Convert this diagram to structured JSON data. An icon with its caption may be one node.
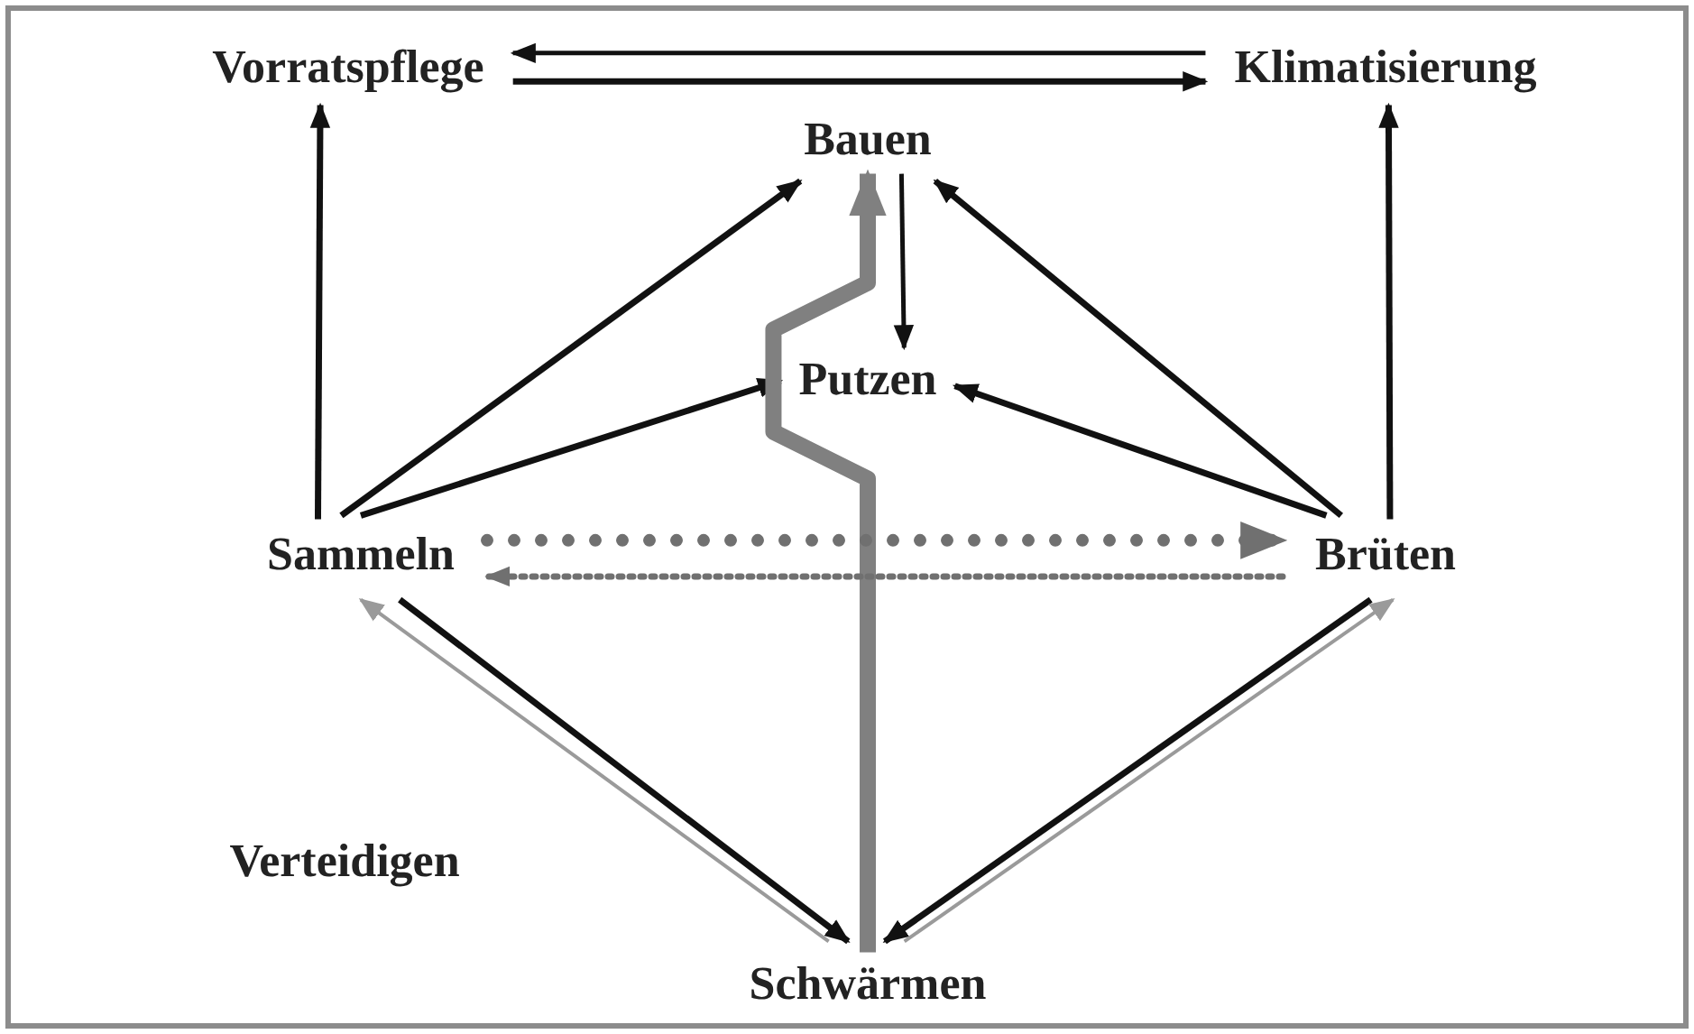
{
  "diagram": {
    "nodes": [
      {
        "text": [
          "Vorratspflege"
        ]
      },
      {
        "text": [
          "Klimatisierung"
        ]
      },
      {
        "text": [
          "Bauen"
        ]
      },
      {
        "text": [
          "Putzen"
        ]
      },
      {
        "text": [
          "Sammeln"
        ]
      },
      {
        "text": [
          "Brüten"
        ]
      },
      {
        "text": [
          "Verteidigen"
        ]
      },
      {
        "text": [
          "Schwärmen"
        ]
      }
    ],
    "edges": [
      {
        "from": 1,
        "to": 0,
        "arrow": "to"
      },
      {
        "from": 0,
        "to": 1,
        "arrow": "to"
      },
      {
        "from": 4,
        "to": 0,
        "arrow": "to"
      },
      {
        "from": 5,
        "to": 1,
        "arrow": "to"
      },
      {
        "from": 4,
        "to": 2,
        "arrow": "to"
      },
      {
        "from": 4,
        "to": 3,
        "arrow": "to"
      },
      {
        "from": 5,
        "to": 2,
        "arrow": "to"
      },
      {
        "from": 5,
        "to": 3,
        "arrow": "to"
      },
      {
        "from": 2,
        "to": 3,
        "arrow": "to"
      },
      {
        "from": 7,
        "to": 2,
        "arrow": "to",
        "style": "thick",
        "color": "#808080"
      },
      {
        "from": 4,
        "to": 5,
        "arrow": "to",
        "style": "dashed",
        "color": "#707070"
      },
      {
        "from": 5,
        "to": 4,
        "arrow": "to",
        "style": "dashed",
        "color": "#707070"
      },
      {
        "from": 4,
        "to": 7,
        "arrow": "to"
      },
      {
        "from": 7,
        "to": 4,
        "arrow": "to",
        "color": "#9a9a9a"
      },
      {
        "from": 5,
        "to": 7,
        "arrow": "to"
      },
      {
        "from": 7,
        "to": 5,
        "arrow": "to",
        "color": "#9a9a9a"
      }
    ]
  }
}
